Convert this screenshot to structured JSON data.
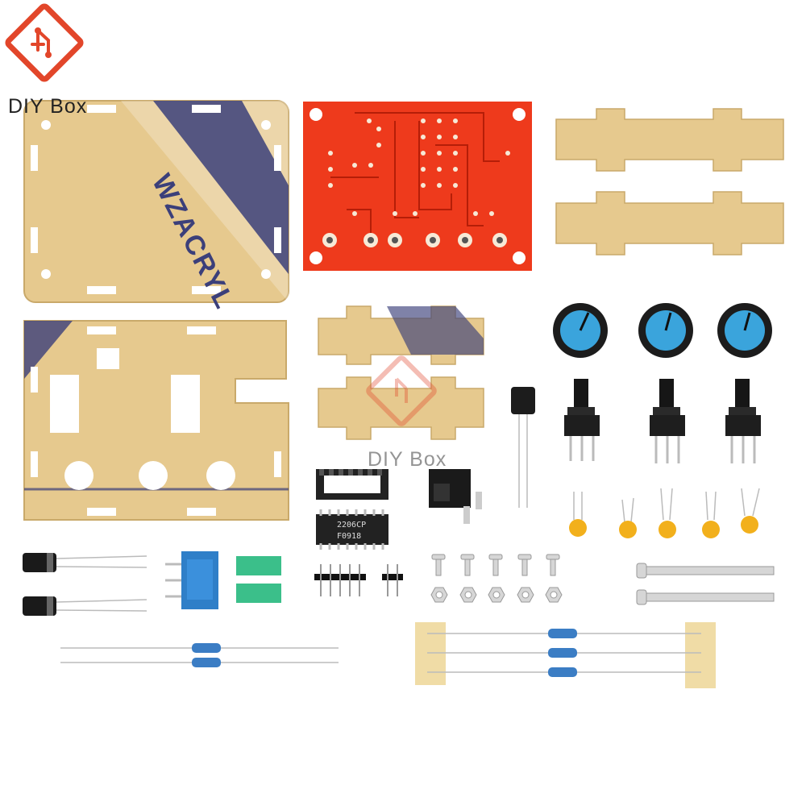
{
  "brand": {
    "name": "DIY Box",
    "watermark": "DIY Box",
    "logo_color": "#e2462a"
  },
  "chip": {
    "line1": "2206CP",
    "line2": "F0918"
  },
  "protective_film_text": "WZACRYL",
  "colors": {
    "acrylic": "#e6c98e",
    "acrylic_edge": "#c9a96a",
    "pcb_red": "#ee3a1c",
    "knob_blue": "#3aa4dc",
    "film_ink": "#3b3f7a",
    "header_green": "#3bbf8a",
    "trimmer_blue": "#2f7fc8",
    "capacitor_yellow": "#f2b01c"
  }
}
